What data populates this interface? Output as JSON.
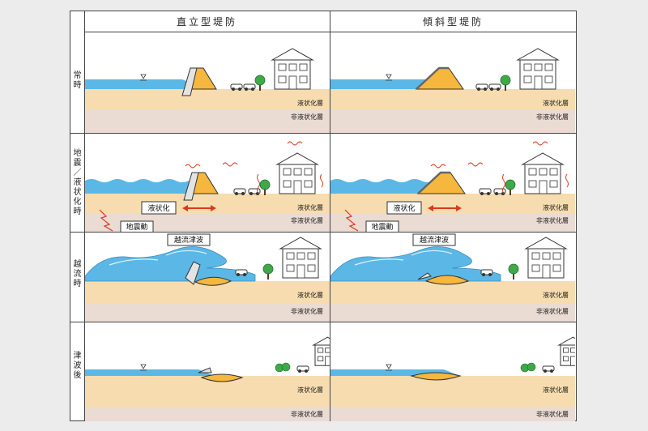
{
  "columns": [
    "直立型堤防",
    "傾斜型堤防"
  ],
  "rows": [
    {
      "key": "normal",
      "label": "常\n時"
    },
    {
      "key": "quake",
      "label": "地\n震\n／\n液\n状\n化\n時"
    },
    {
      "key": "overflow",
      "label": "越\n流\n時"
    },
    {
      "key": "after",
      "label": "津\n波\n後"
    }
  ],
  "layers": {
    "liquefied": "液状化層",
    "non_liquefied": "非液状化層"
  },
  "annotations": {
    "liquefaction": "液状化",
    "ground_motion": "地震動",
    "overflow_tsunami": "越流津波"
  },
  "colors": {
    "sea": "#5bb8e6",
    "sand": "#f7dcaf",
    "bedrock": "#eadbd3",
    "embankment": "#f5b73d",
    "wall": "#e3e3e3",
    "arrow": "#d93a1f",
    "tree": "#3fa94a"
  }
}
